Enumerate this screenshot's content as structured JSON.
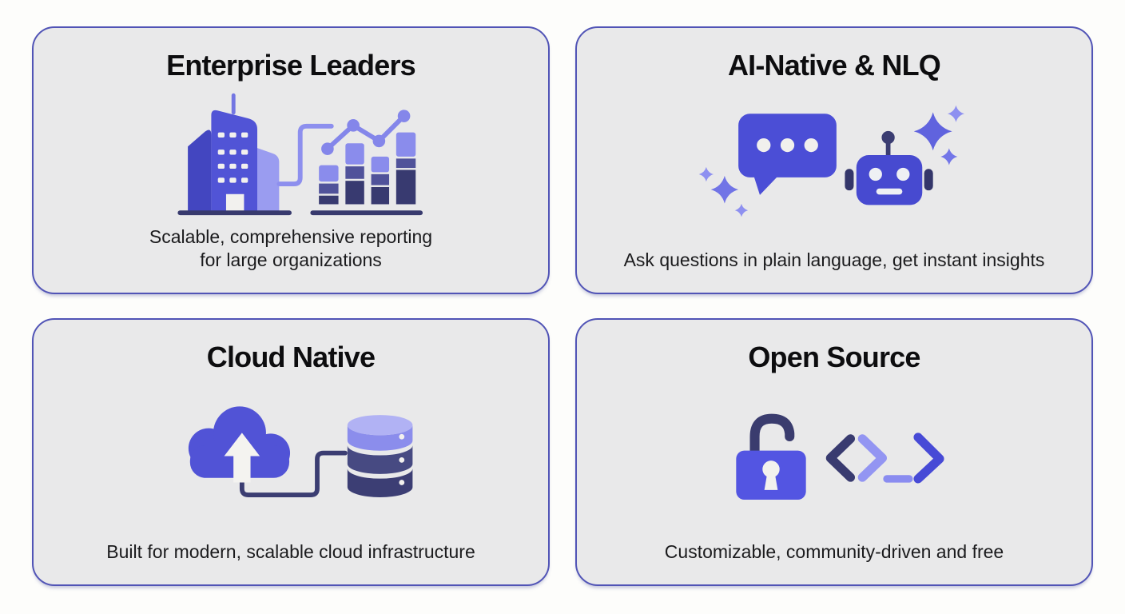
{
  "theme": {
    "page_background": "#fdfdfb",
    "card_background": "#e9e9ea",
    "card_border": "#5154b6",
    "accent_indigo": "#4b4ed6",
    "accent_light_purple": "#8b8dec",
    "accent_dark_navy": "#3b3d72",
    "title_color": "#0d0d0f",
    "text_color": "#1b1b1d"
  },
  "cards": [
    {
      "title": "Enterprise Leaders",
      "icon": "buildings-and-bar-chart-icon",
      "description_lines": [
        "Scalable, comprehensive reporting",
        "for large organizations"
      ]
    },
    {
      "title": "AI-Native & NLQ",
      "icon": "chat-bubble-robot-sparkles-icon",
      "description_lines": [
        "Ask questions in plain language, get instant insights"
      ]
    },
    {
      "title": "Cloud Native",
      "icon": "cloud-upload-database-icon",
      "description_lines": [
        "Built for modern, scalable cloud infrastructure"
      ]
    },
    {
      "title": "Open Source",
      "icon": "unlocked-padlock-code-icon",
      "description_lines": [
        "Customizable, community-driven and free"
      ]
    }
  ]
}
